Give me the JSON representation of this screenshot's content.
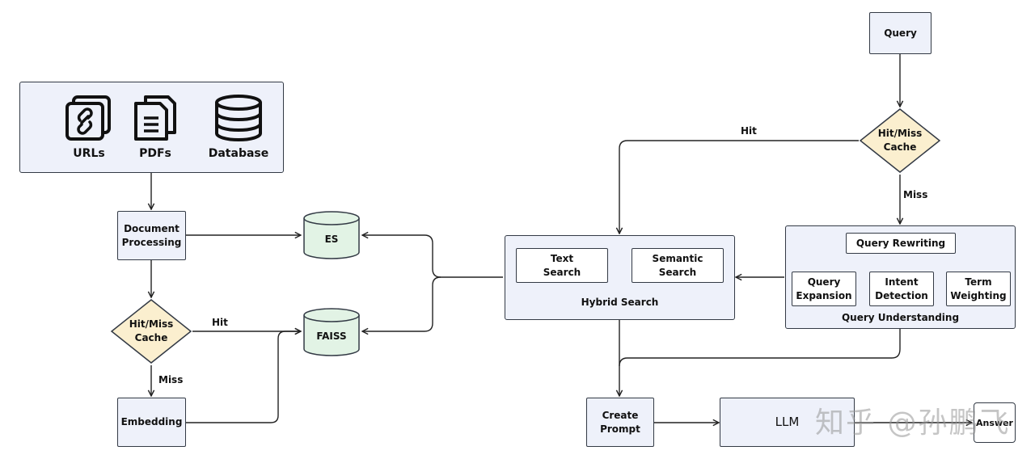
{
  "sources": {
    "urls": "URLs",
    "pdfs": "PDFs",
    "database": "Database"
  },
  "left": {
    "doc_processing": "Document\nProcessing",
    "cache": "Hit/Miss\nCache",
    "hit": "Hit",
    "miss": "Miss",
    "embedding": "Embedding",
    "es": "ES",
    "faiss": "FAISS"
  },
  "right": {
    "query": "Query",
    "cache": "Hit/Miss\nCache",
    "hit": "Hit",
    "miss": "Miss",
    "hybrid_search": {
      "text_search": "Text\nSearch",
      "semantic_search": "Semantic\nSearch",
      "label": "Hybrid Search"
    },
    "query_understanding": {
      "rewriting": "Query Rewriting",
      "expansion": "Query\nExpansion",
      "intent": "Intent\nDetection",
      "term": "Term\nWeighting",
      "label": "Query Understanding"
    },
    "create_prompt": "Create\nPrompt",
    "llm": "LLM",
    "answer": "Answer"
  },
  "watermark": "知乎 @孙鹏飞",
  "colors": {
    "box_fill": "#eef1fa",
    "stroke": "#333a45",
    "diamond_fill": "#fbefcf",
    "cylinder_fill": "#e2f3e5"
  }
}
